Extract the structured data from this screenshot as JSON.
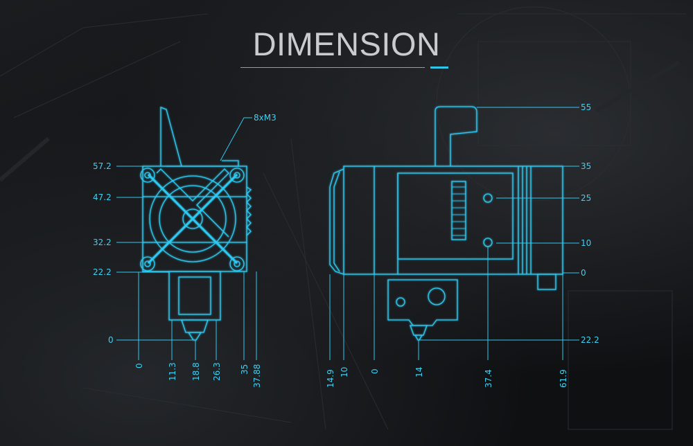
{
  "title": "DIMENSION",
  "colors": {
    "line": "#2fc9f0",
    "title": "#c9cbcd",
    "accent": "#30c6ea",
    "background": "#121416"
  },
  "front_view": {
    "left_labels": [
      "57.2",
      "47.2",
      "32.2",
      "22.2",
      "0"
    ],
    "bottom_labels": [
      "0",
      "11.3",
      "18.8",
      "26.3",
      "35",
      "37.88"
    ],
    "callout": "8xM3"
  },
  "side_view": {
    "right_labels": [
      "55",
      "35",
      "25",
      "10",
      "0",
      "22.2"
    ],
    "bottom_labels": [
      "14.9",
      "10",
      "0",
      "14",
      "37.4",
      "61.9"
    ]
  }
}
